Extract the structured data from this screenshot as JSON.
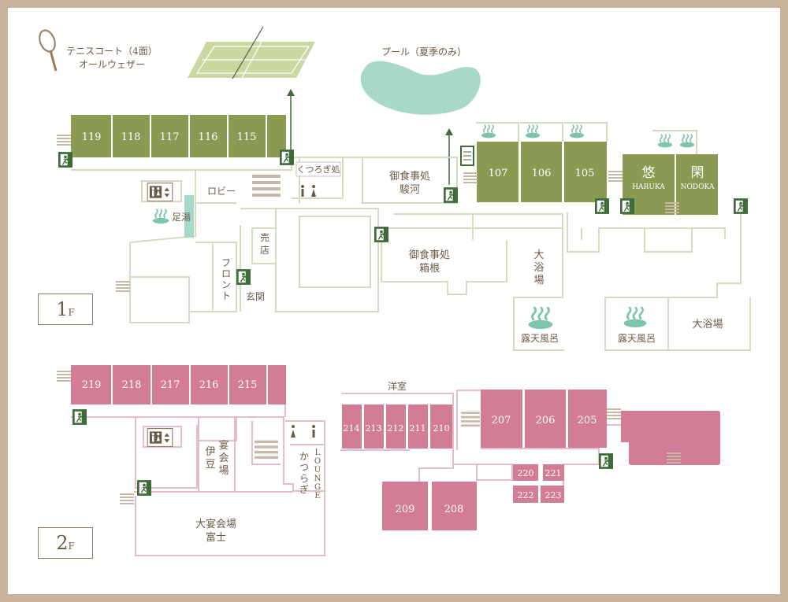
{
  "colors": {
    "floor1": "#8a9a53",
    "floor2": "#d27c95",
    "border": "#c8b49c",
    "text": "#6b5a45",
    "pool": "#a8d8c8",
    "court": "#c8d8a0"
  },
  "top": {
    "tennis_line1": "テニスコート（4面）",
    "tennis_line2": "オールウェザー",
    "pool": "プール（夏季のみ）"
  },
  "floor1": {
    "label": "1",
    "suffix": "F",
    "rooms_left": [
      "119",
      "118",
      "117",
      "116",
      "115"
    ],
    "rooms_mid": [
      "107",
      "106",
      "105"
    ],
    "special_rooms": [
      {
        "kanji": "悠",
        "roman": "HARUKA"
      },
      {
        "kanji": "閑",
        "roman": "NODOKA"
      }
    ],
    "labels": {
      "lobby": "ロビー",
      "ashiyu": "足湯",
      "kutsurogi": "くつろぎ処",
      "suruga_1": "御食事処",
      "suruga_2": "駿河",
      "hakone_1": "御食事処",
      "hakone_2": "箱根",
      "shop_1": "売",
      "shop_2": "店",
      "front_chars": [
        "フ",
        "ロ",
        "ン",
        "ト"
      ],
      "genkan": "玄関",
      "daiyokujo_v": [
        "大",
        "浴",
        "場"
      ],
      "rotenburo_left": "露天風呂",
      "rotenburo_right": "露天風呂",
      "daiyokujo_right": "大浴場"
    }
  },
  "floor2": {
    "label": "2",
    "suffix": "F",
    "rooms_left": [
      "219",
      "218",
      "217",
      "216",
      "215"
    ],
    "youshitsu": "洋室",
    "rooms_youshitsu": [
      "214",
      "213",
      "212",
      "211",
      "210"
    ],
    "rooms_right": [
      "207",
      "206",
      "205"
    ],
    "rooms_small": [
      "220",
      "221",
      "222",
      "223"
    ],
    "rooms_bottom": [
      "209",
      "208"
    ],
    "labels": {
      "enkai_col1": [
        "宴",
        "会",
        "場"
      ],
      "enkai_col2": [
        "伊",
        "豆"
      ],
      "tsuragi_chars": [
        "か",
        "つ",
        "ら",
        "ぎ"
      ],
      "lounge_chars": [
        "L",
        "O",
        "U",
        "N",
        "G",
        "E"
      ],
      "fuji_1": "大宴会場",
      "fuji_2": "富士"
    }
  }
}
